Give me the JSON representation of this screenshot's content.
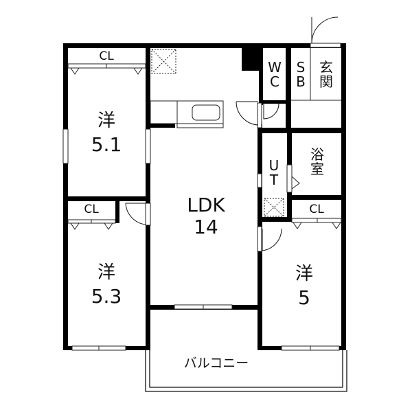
{
  "floor_plan": {
    "rooms": [
      {
        "id": "western-room-nw",
        "label": "洋",
        "size": "5.1",
        "closet": "CL"
      },
      {
        "id": "western-room-sw",
        "label": "洋",
        "size": "5.3",
        "closet": "CL"
      },
      {
        "id": "ldk",
        "label": "LDK",
        "size": "14"
      },
      {
        "id": "western-room-se",
        "label": "洋",
        "size": "5",
        "closet": "CL"
      },
      {
        "id": "toilet",
        "label": "W\nC",
        "chars": [
          "W",
          "C"
        ]
      },
      {
        "id": "shoe-box",
        "label": "S\nB",
        "chars": [
          "S",
          "B"
        ]
      },
      {
        "id": "entrance",
        "label": "玄関",
        "chars": [
          "玄",
          "関"
        ]
      },
      {
        "id": "bathroom",
        "label": "浴室",
        "chars": [
          "浴",
          "室"
        ]
      },
      {
        "id": "utility",
        "label": "UT",
        "chars": [
          "U",
          "T"
        ]
      },
      {
        "id": "balcony",
        "label": "バルコニー"
      }
    ],
    "colors": {
      "wall": "#000000",
      "background": "#ffffff",
      "line": "#111111"
    }
  }
}
